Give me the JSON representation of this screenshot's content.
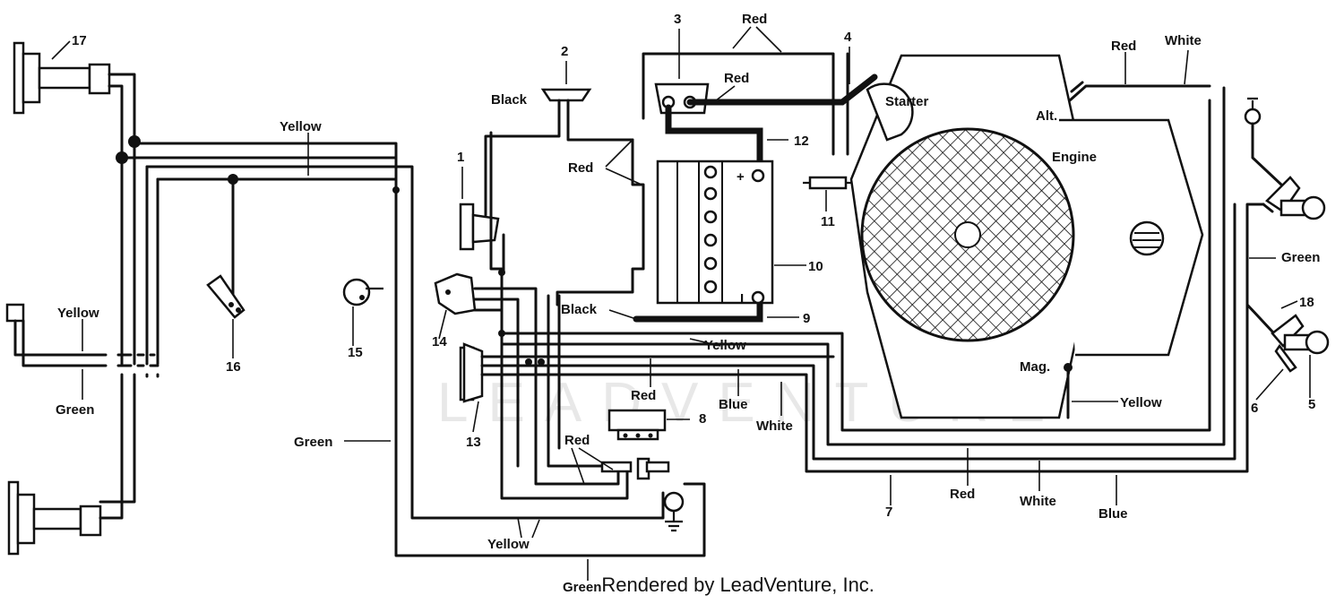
{
  "diagram": {
    "footer_credit": "Rendered by LeadVenture, Inc.",
    "watermark": "LEADVENTURE",
    "wire_labels": {
      "yellow_top": "Yellow",
      "yellow_left": "Yellow",
      "green_left": "Green",
      "green_mid": "Green",
      "green_bottom": "Green",
      "black_top": "Black",
      "black_bottom": "Black",
      "red_top": "Red",
      "red_mid": "Red",
      "red_left": "Red",
      "red_lower": "Red",
      "red_relay": "Red",
      "red_right_top": "Red",
      "red_bottom": "Red",
      "white_right_top": "White",
      "white_mid": "White",
      "white_bottom": "White",
      "blue_mid": "Blue",
      "blue_bottom": "Blue",
      "yellow_mid": "Yellow",
      "yellow_right": "Yellow",
      "yellow_bottom": "Yellow",
      "green_right": "Green"
    },
    "component_labels": {
      "starter": "Starter",
      "alt": "Alt.",
      "engine": "Engine",
      "mag": "Mag."
    },
    "callouts": [
      "1",
      "2",
      "3",
      "4",
      "5",
      "6",
      "7",
      "8",
      "9",
      "10",
      "11",
      "12",
      "13",
      "14",
      "15",
      "16",
      "17",
      "18"
    ],
    "battery_terminals": {
      "positive": "+",
      "negative": "I"
    }
  }
}
